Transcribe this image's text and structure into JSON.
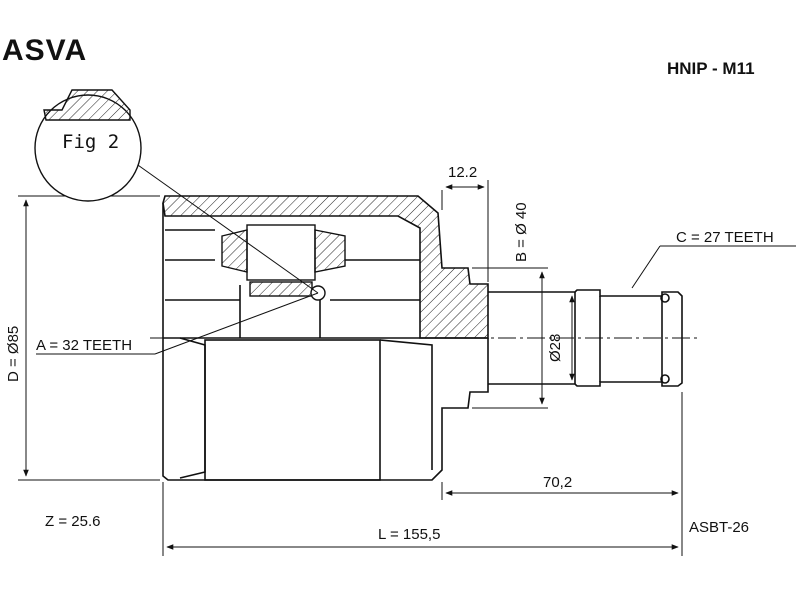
{
  "brand": "ASVA",
  "part_number": "HNIP - M11",
  "reference": "ASBT-26",
  "figure_label": "Fig 2",
  "specs": {
    "a_teeth": "A = 32 TEETH",
    "b_dia": "B = Ø 40",
    "c_teeth": "C = 27 TEETH",
    "d_dia": "D = Ø85",
    "z": "Z = 25.6",
    "l": "L = 155,5",
    "stem_dia": "Ø28",
    "dim_12": "12.2",
    "dim_70": "70,2"
  }
}
